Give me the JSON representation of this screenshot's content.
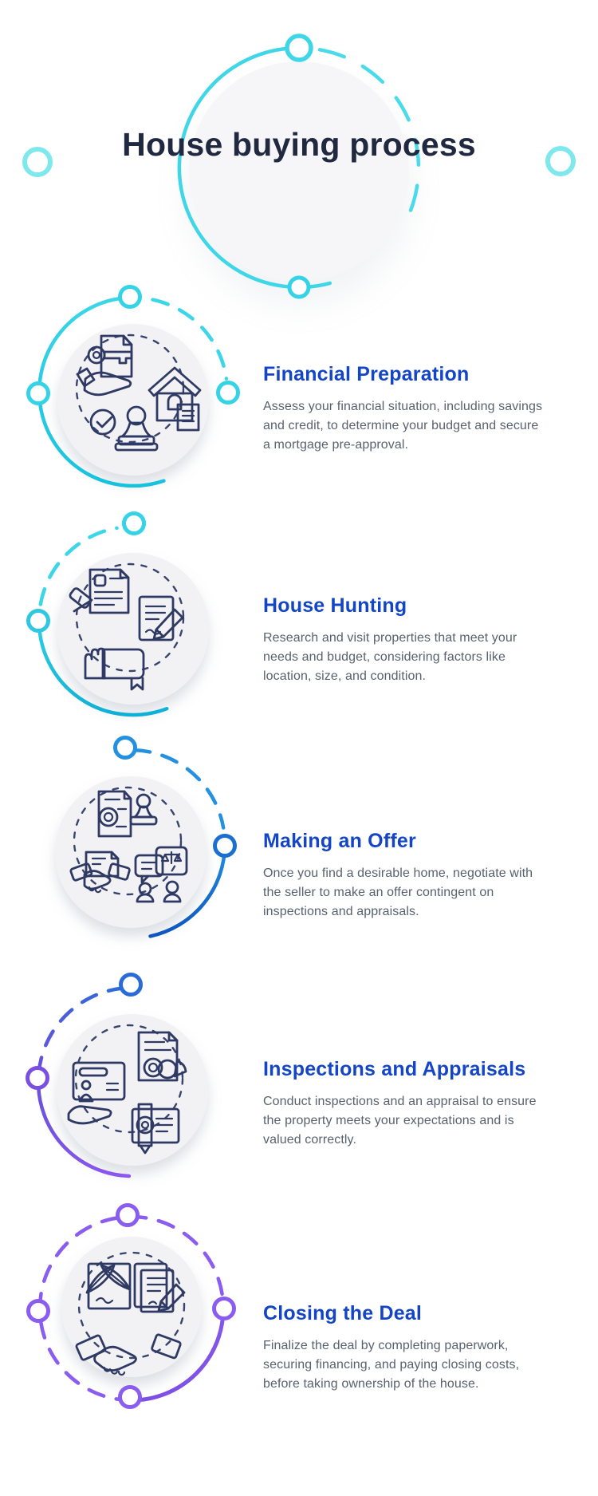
{
  "title": "House buying process",
  "steps": [
    {
      "id": "financial-preparation",
      "heading": "Financial Preparation",
      "body": "Assess your financial situation, including savings\nand credit, to determine your budget and secure\na mortgage pre-approval.",
      "icons": [
        "hand-holding-key-document-icon",
        "house-icon",
        "stamp-approval-check-icon"
      ]
    },
    {
      "id": "house-hunting",
      "heading": "House Hunting",
      "body": "Research and visit properties that meet your\nneeds and budget, considering factors like\nlocation, size, and condition.",
      "icons": [
        "legal-document-gavel-icon",
        "note-and-pencil-icon",
        "book-oath-hand-icon"
      ]
    },
    {
      "id": "making-an-offer",
      "heading": "Making an Offer",
      "body": "Once you find a desirable home, negotiate with\nthe seller to make an offer contingent on\ninspections and appraisals.",
      "icons": [
        "certificate-stamp-icon",
        "handshake-contract-icon",
        "negotiation-chat-scales-icon"
      ]
    },
    {
      "id": "inspections-and-appraisals",
      "heading": "Inspections and Appraisals",
      "body": "Conduct inspections and an appraisal to ensure\nthe property meets your expectations and is\nvalued correctly.",
      "icons": [
        "hand-certificate-icon",
        "document-appraisal-rings-icon",
        "diploma-ribbon-icon"
      ]
    },
    {
      "id": "closing-the-deal",
      "heading": "Closing the Deal",
      "body": "Finalize the deal by completing paperwork,\nsecuring financing, and paying closing costs,\nbefore taking ownership of the house.",
      "icons": [
        "signed-paper-quills-icon",
        "contract-pencil-icon",
        "handshake-deal-icon"
      ]
    }
  ],
  "colors": {
    "title_text": "#20293f",
    "heading_text": "#1345c6",
    "body_text": "#59616f",
    "accent_cyan": "#35d3e6",
    "accent_light_cyan": "#7fe8ec",
    "accent_teal": "#10b6d8",
    "accent_blue": "#2490e0",
    "accent_deep_blue": "#0d56be",
    "accent_indigo": "#6a52dc",
    "accent_purple": "#8b5cf0",
    "icon_yellow": "#f8e080",
    "icon_blue": "#6fade8",
    "icon_light_blue": "#a9cff2",
    "icon_outline_navy": "#2f3a64",
    "circle_background": "#f2f2f4"
  }
}
